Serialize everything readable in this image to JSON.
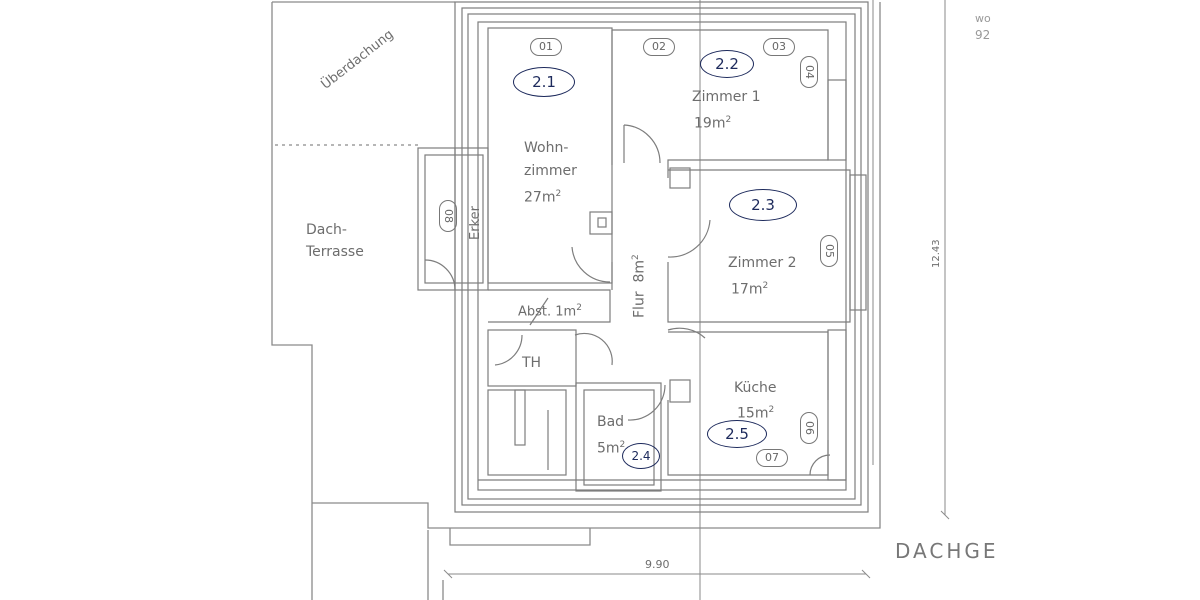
{
  "drawing": {
    "title_fragment": "DACHGE",
    "corner_text": [
      "wo",
      "92"
    ],
    "dimensions": {
      "width": "9.90",
      "height": "12.43"
    },
    "colors": {
      "line": "#8a8a8a",
      "text": "#6d6d6d",
      "ink": "#1d2a5c"
    }
  },
  "areas": {
    "ueberdachung": "Überdachung",
    "dachterrasse_1": "Dach-",
    "dachterrasse_2": "Terrasse"
  },
  "rooms": [
    {
      "name_1": "Wohn-",
      "name_2": "zimmer",
      "area": "27m",
      "number": "2.1"
    },
    {
      "name_1": "Zimmer 1",
      "area": "19m",
      "number": "2.2"
    },
    {
      "name_1": "Zimmer 2",
      "area": "17m",
      "number": "2.3"
    },
    {
      "name_1": "Bad",
      "area": "5m",
      "number": "2.4"
    },
    {
      "name_1": "Küche",
      "area": "15m",
      "number": "2.5"
    },
    {
      "name_1": "Flur",
      "area": "8m"
    },
    {
      "name_1": "Abst. 1m"
    },
    {
      "name_1": "TH"
    },
    {
      "name_1": "Erker"
    }
  ],
  "window_tags": [
    "01",
    "02",
    "03",
    "04",
    "05",
    "06",
    "07",
    "08"
  ],
  "sq": "2"
}
